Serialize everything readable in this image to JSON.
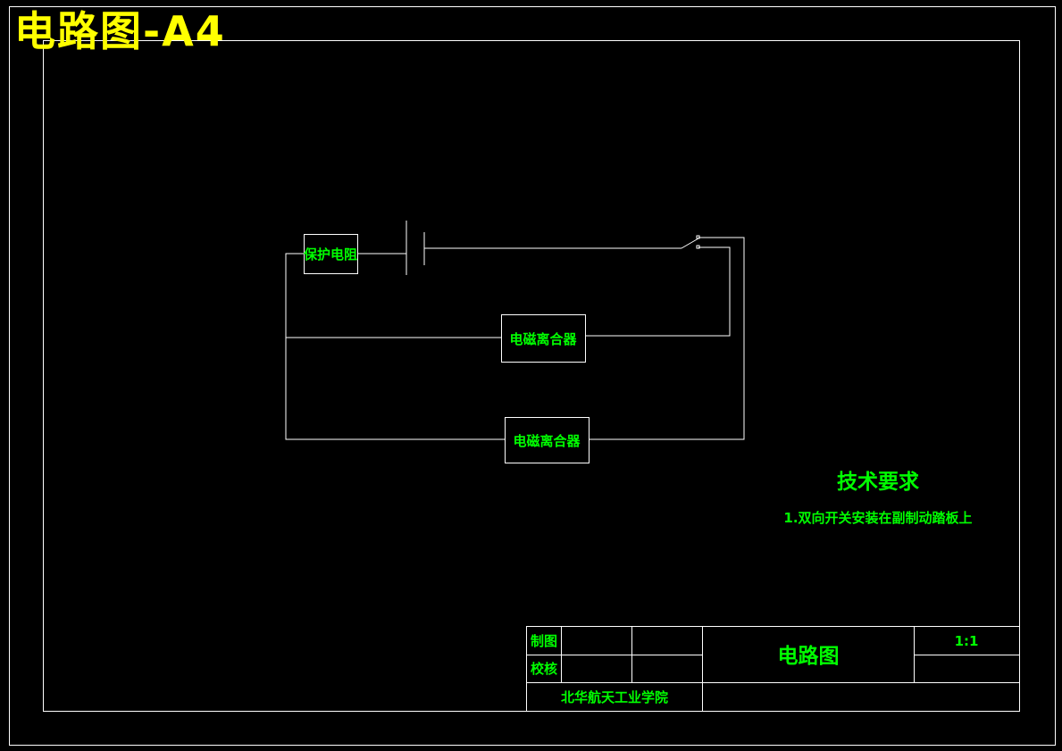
{
  "drawing_title": "电路图-A4",
  "components": {
    "protective_resistor": "保护电阻",
    "clutch_upper": "电磁离合器",
    "clutch_lower": "电磁离合器"
  },
  "technical_requirements": {
    "heading": "技术要求",
    "items": [
      "1.双向开关安装在副制动踏板上"
    ]
  },
  "title_block": {
    "drawn_by_label": "制图",
    "checked_by_label": "校核",
    "drawing_name": "电路图",
    "scale": "1:1",
    "institution": "北华航天工业学院"
  },
  "colors": {
    "background": "#000000",
    "lines": "#ffffff",
    "text": "#00ff00",
    "title": "#ffff00"
  }
}
